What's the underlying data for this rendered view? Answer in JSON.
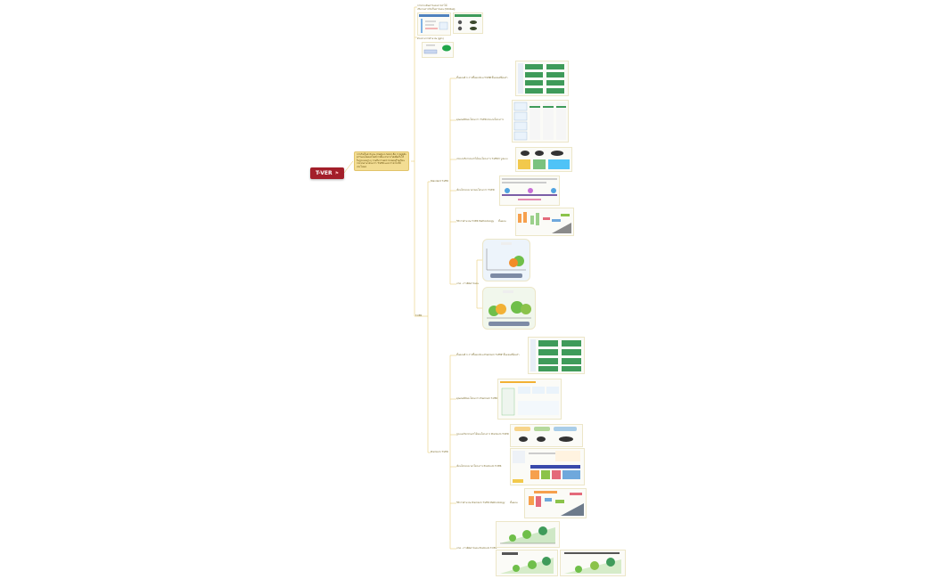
{
  "root": {
    "label": "T-VER",
    "icon": "flag-icon"
  },
  "note": {
    "text": "การกักเก็บคาร์บอน (Carbon Sink) คือ การดูดซับคาร์บอนไดออกไซด์จากชั้นบรรยากาศเพื่อเก็บไว้ในรูปแบบต่างๆ รวมถึงการลดการปล่อยก๊าซเรือนกระจกตามโครงการ T-VER และการนำไปใช้ประโยชน์"
  },
  "top_branch": {
    "title_1": "การประเมินคาร์บอนจากป่าไม้",
    "title_2": "ปริมาณการกักเก็บคาร์บอน (tCO2eq)",
    "sub_label": "ตัวอย่างการคำนวณ (สูตร)"
  },
  "main_branch": {
    "label": "T-VER"
  },
  "group_a": {
    "label": "Standard T-VER",
    "items": [
      {
        "label": "ขั้นตอนที่ 1 การขึ้นทะเบียน T-VER",
        "sub": "7 ขั้นตอนที่ต้องทำ"
      },
      {
        "label": "คุณสมบัติของโครงการ T-VER",
        "sub": "ประเภทโครงการ"
      },
      {
        "label": "ประเภทกิจกรรมป่าไม้ของโครงการ T-VER",
        "sub": "3 รูปแบบ"
      },
      {
        "label": "เงื่อนไขระยะเวลาของโครงการ T-VER",
        "sub": ""
      },
      {
        "label": "วิธีการคำนวณ T-VER Methodology",
        "sub": "ขั้นตอน"
      },
      {
        "label": "ภาพ - การคิดคาร์บอน",
        "sub": ""
      }
    ]
  },
  "group_b": {
    "label": "Premium T-VER",
    "items": [
      {
        "label": "ขั้นตอนที่ 1 การขึ้นทะเบียน Premium T-VER",
        "sub": "7 ขั้นตอนที่ต้องทำ"
      },
      {
        "label": "คุณสมบัติของโครงการ Premium T-VER",
        "sub": ""
      },
      {
        "label": "รูปแบบกิจกรรมป่าไม้ของโครงการ Premium T-VER",
        "sub": ""
      },
      {
        "label": "เงื่อนไขระยะเวลาโครงการ Premium T-VER",
        "sub": ""
      },
      {
        "label": "วิธีการคำนวณ Premium T-VER Methodology",
        "sub": "ขั้นตอน"
      },
      {
        "label": "ภาพ - การคิดคาร์บอน Premium T-VER",
        "sub": ""
      }
    ]
  },
  "colors": {
    "root": "#a31f2a",
    "note": "#f3dd93",
    "branch": "#e9cf7a",
    "green": "#3f9b5a"
  }
}
